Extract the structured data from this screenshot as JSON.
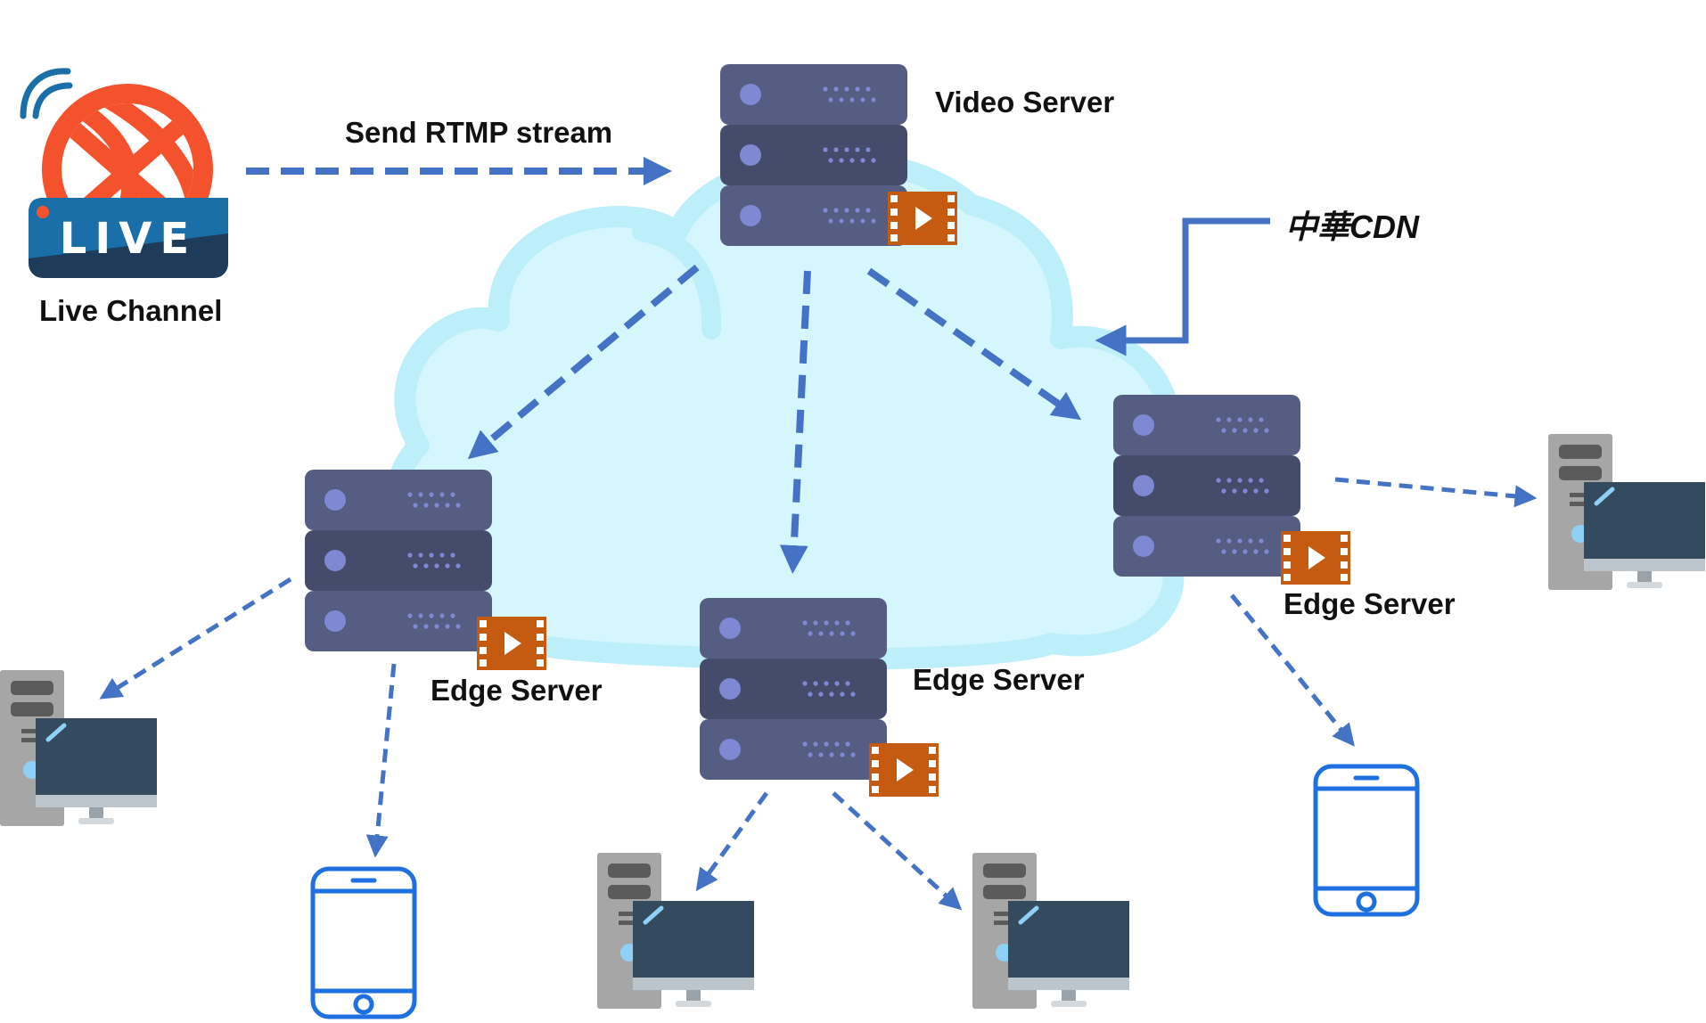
{
  "labels": {
    "live_badge": "LIVE",
    "live_channel": "Live Channel",
    "send_rtmp": "Send RTMP stream",
    "video_server": "Video Server",
    "cdn": "中華CDN",
    "edge_left": "Edge Server",
    "edge_middle": "Edge Server",
    "edge_right": "Edge Server"
  },
  "colors": {
    "cloud_fill": "#D6F6FD",
    "cloud_outline": "#BDEFFA",
    "arrow": "#4472C4",
    "server_unit": "#565D82",
    "server_unit_dark": "#454B6B",
    "server_dot": "#7E88D3",
    "video_badge": "#C55A11",
    "phone": "#1E6FE0",
    "pc_tower": "#A6A6A6",
    "pc_screen": "#344A5E",
    "live_red": "#F4522D",
    "live_blue": "#1B6FA8",
    "live_navy": "#1F3B5A"
  },
  "icons": {
    "live": "live-broadcast-icon",
    "server": "server-rack-icon",
    "video": "video-file-icon",
    "phone": "smartphone-icon",
    "pc": "desktop-computer-icon"
  }
}
